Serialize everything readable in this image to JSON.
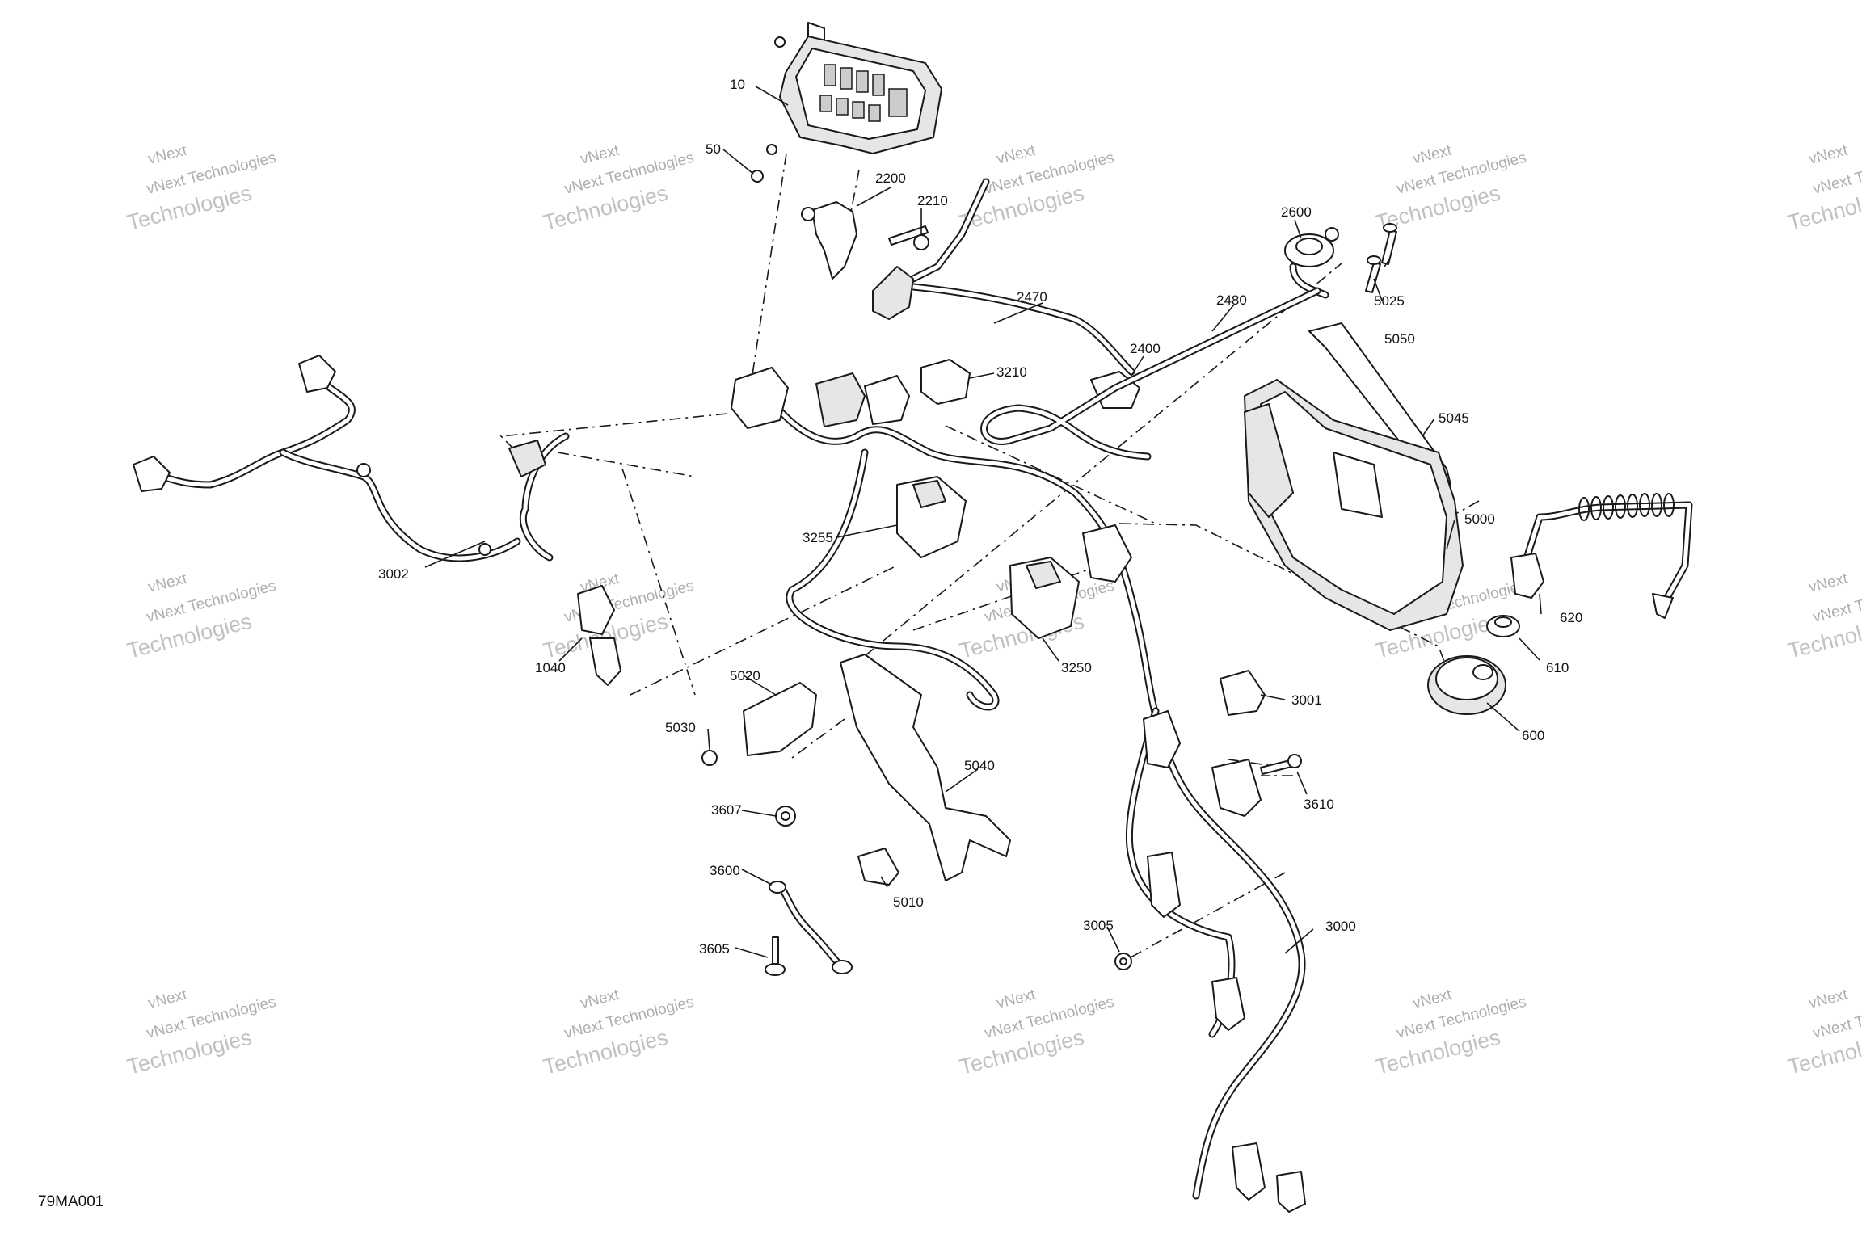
{
  "figure_id": "79MA001",
  "watermark": {
    "line1": "vNext Technologies",
    "line2": "Technologies",
    "line3": "vNext"
  },
  "callouts": {
    "c10": "10",
    "c50": "50",
    "c2200": "2200",
    "c2210": "2210",
    "c2470": "2470",
    "c2400": "2400",
    "c3210": "3210",
    "c2600": "2600",
    "c2480": "2480",
    "c5025": "5025",
    "c5050": "5050",
    "c5045": "5045",
    "c5000": "5000",
    "c620": "620",
    "c610": "610",
    "c600": "600",
    "c3002": "3002",
    "c3255": "3255",
    "c1040": "1040",
    "c5020": "5020",
    "c5030": "5030",
    "c3250": "3250",
    "c3001": "3001",
    "c5040": "5040",
    "c3610": "3610",
    "c3607": "3607",
    "c3600": "3600",
    "c5010": "5010",
    "c3605": "3605",
    "c3005": "3005",
    "c3000": "3000"
  }
}
